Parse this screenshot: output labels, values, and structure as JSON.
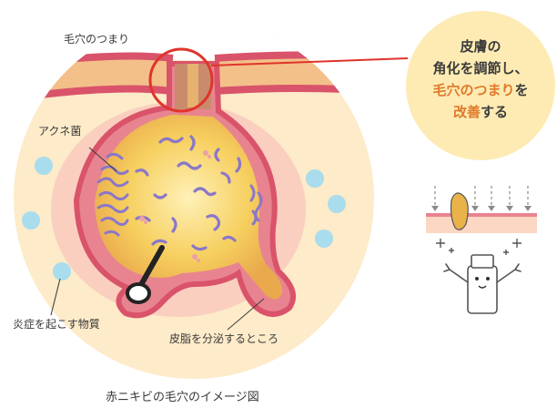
{
  "labels": {
    "clog": "毛穴のつまり",
    "acne_bacteria": "アクネ菌",
    "inflammatory": "炎症を起こす物質",
    "sebum": "皮脂を分泌するところ"
  },
  "caption": "赤ニキビの毛穴のイメージ図",
  "callout": {
    "line1": "皮膚の",
    "line2": "角化を調節し、",
    "line3_highlight": "毛穴のつまり",
    "line3_rest": "を",
    "line4_highlight": "改善",
    "line4_rest": "する"
  },
  "colors": {
    "skin_bg": "#fdebc9",
    "skin_layer": "#d9536a",
    "pore_wall": "#e8848f",
    "sebum": "#f2c24a",
    "bacteria": "#8a77c9",
    "dots": "#a9dcec",
    "highlight_circle": "#e0342b",
    "callout_bg": "#fdebb3",
    "highlight_text": "#e0792a"
  }
}
